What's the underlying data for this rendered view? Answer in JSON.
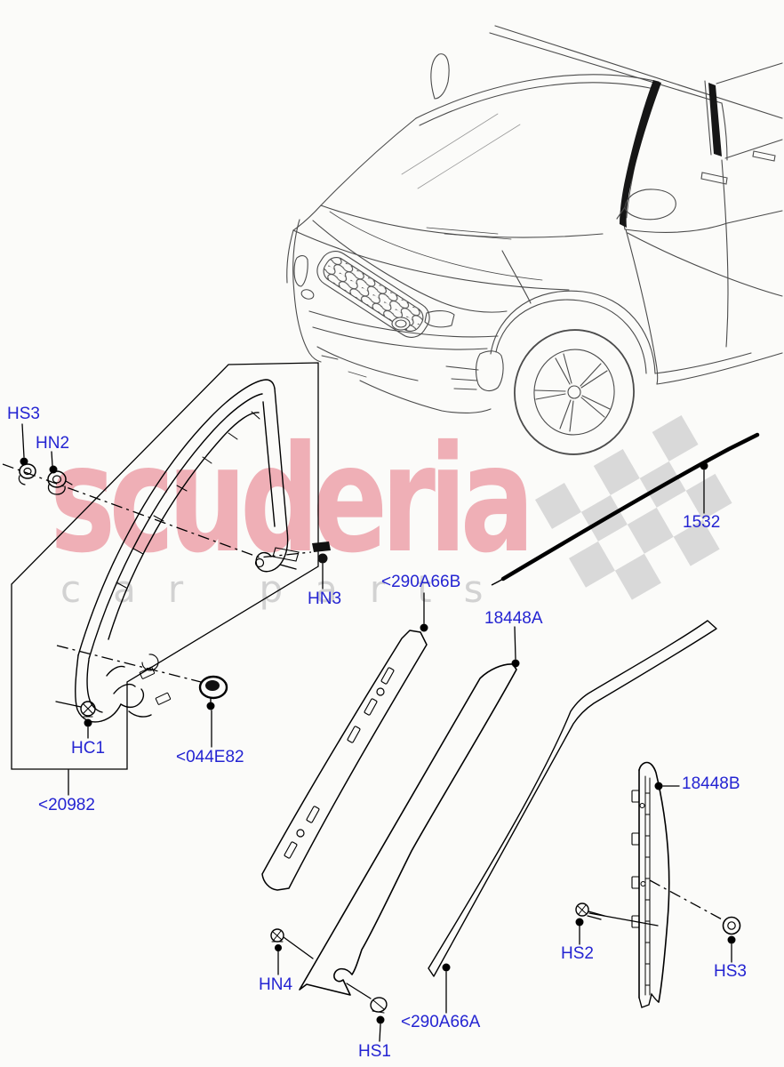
{
  "watermark": {
    "brand": "scuderia",
    "tagline": "car parts"
  },
  "labels": {
    "hs3_top": "HS3",
    "hn2": "HN2",
    "hn3": "HN3",
    "hc1": "HC1",
    "grommet": "<044E82",
    "frame": "<20982",
    "bracket": "<290A66B",
    "applique_a": "18448A",
    "weatherstrip": "1532",
    "applique_b": "18448B",
    "strip_a": "<290A66A",
    "hn4": "HN4",
    "hs1": "HS1",
    "hs2": "HS2",
    "hs3_bottom": "HS3"
  },
  "colors": {
    "label_blue": "#2424d2",
    "watermark_pink": "#efafb6",
    "watermark_grey": "#d2d2d2",
    "flag_grey": "#d9d9d9",
    "line_black": "#000000",
    "car_line": "#4b4b4b"
  }
}
